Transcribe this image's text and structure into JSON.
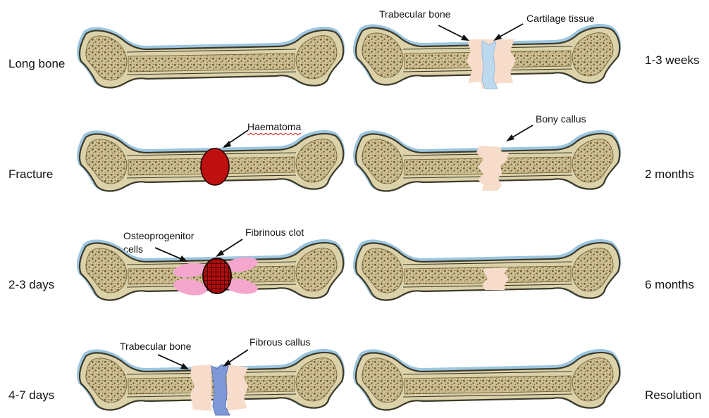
{
  "stages": {
    "long_bone": "Long bone",
    "fracture": "Fracture",
    "days_2_3": "2-3 days",
    "days_4_7": "4-7 days",
    "weeks_1_3": "1-3 weeks",
    "months_2": "2 months",
    "months_6": "6 months",
    "resolution": "Resolution"
  },
  "annotations": {
    "haematoma": "Haematoma",
    "osteoprogenitor_line1": "Osteoprogenitor",
    "osteoprogenitor_line2": "cells",
    "fibrinous_clot": "Fibrinous clot",
    "trabecular_bone_left": "Trabecular bone",
    "fibrous_callus": "Fibrous callus",
    "trabecular_bone_right": "Trabecular bone",
    "cartilage_tissue": "Cartilage tissue",
    "bony_callus": "Bony callus"
  },
  "colors": {
    "bone_fill": "#dcd2aa",
    "bone_outline": "#3d3a2a",
    "bone_edge_blue": "#9cc6e0",
    "marrow": "#cfc196",
    "haematoma": "#bf1010",
    "osteoprogenitor": "#f4a6cc",
    "fibrous_callus": "#7f99d8",
    "cartilage": "#bcd9ee",
    "callus": "#f8dccb"
  }
}
